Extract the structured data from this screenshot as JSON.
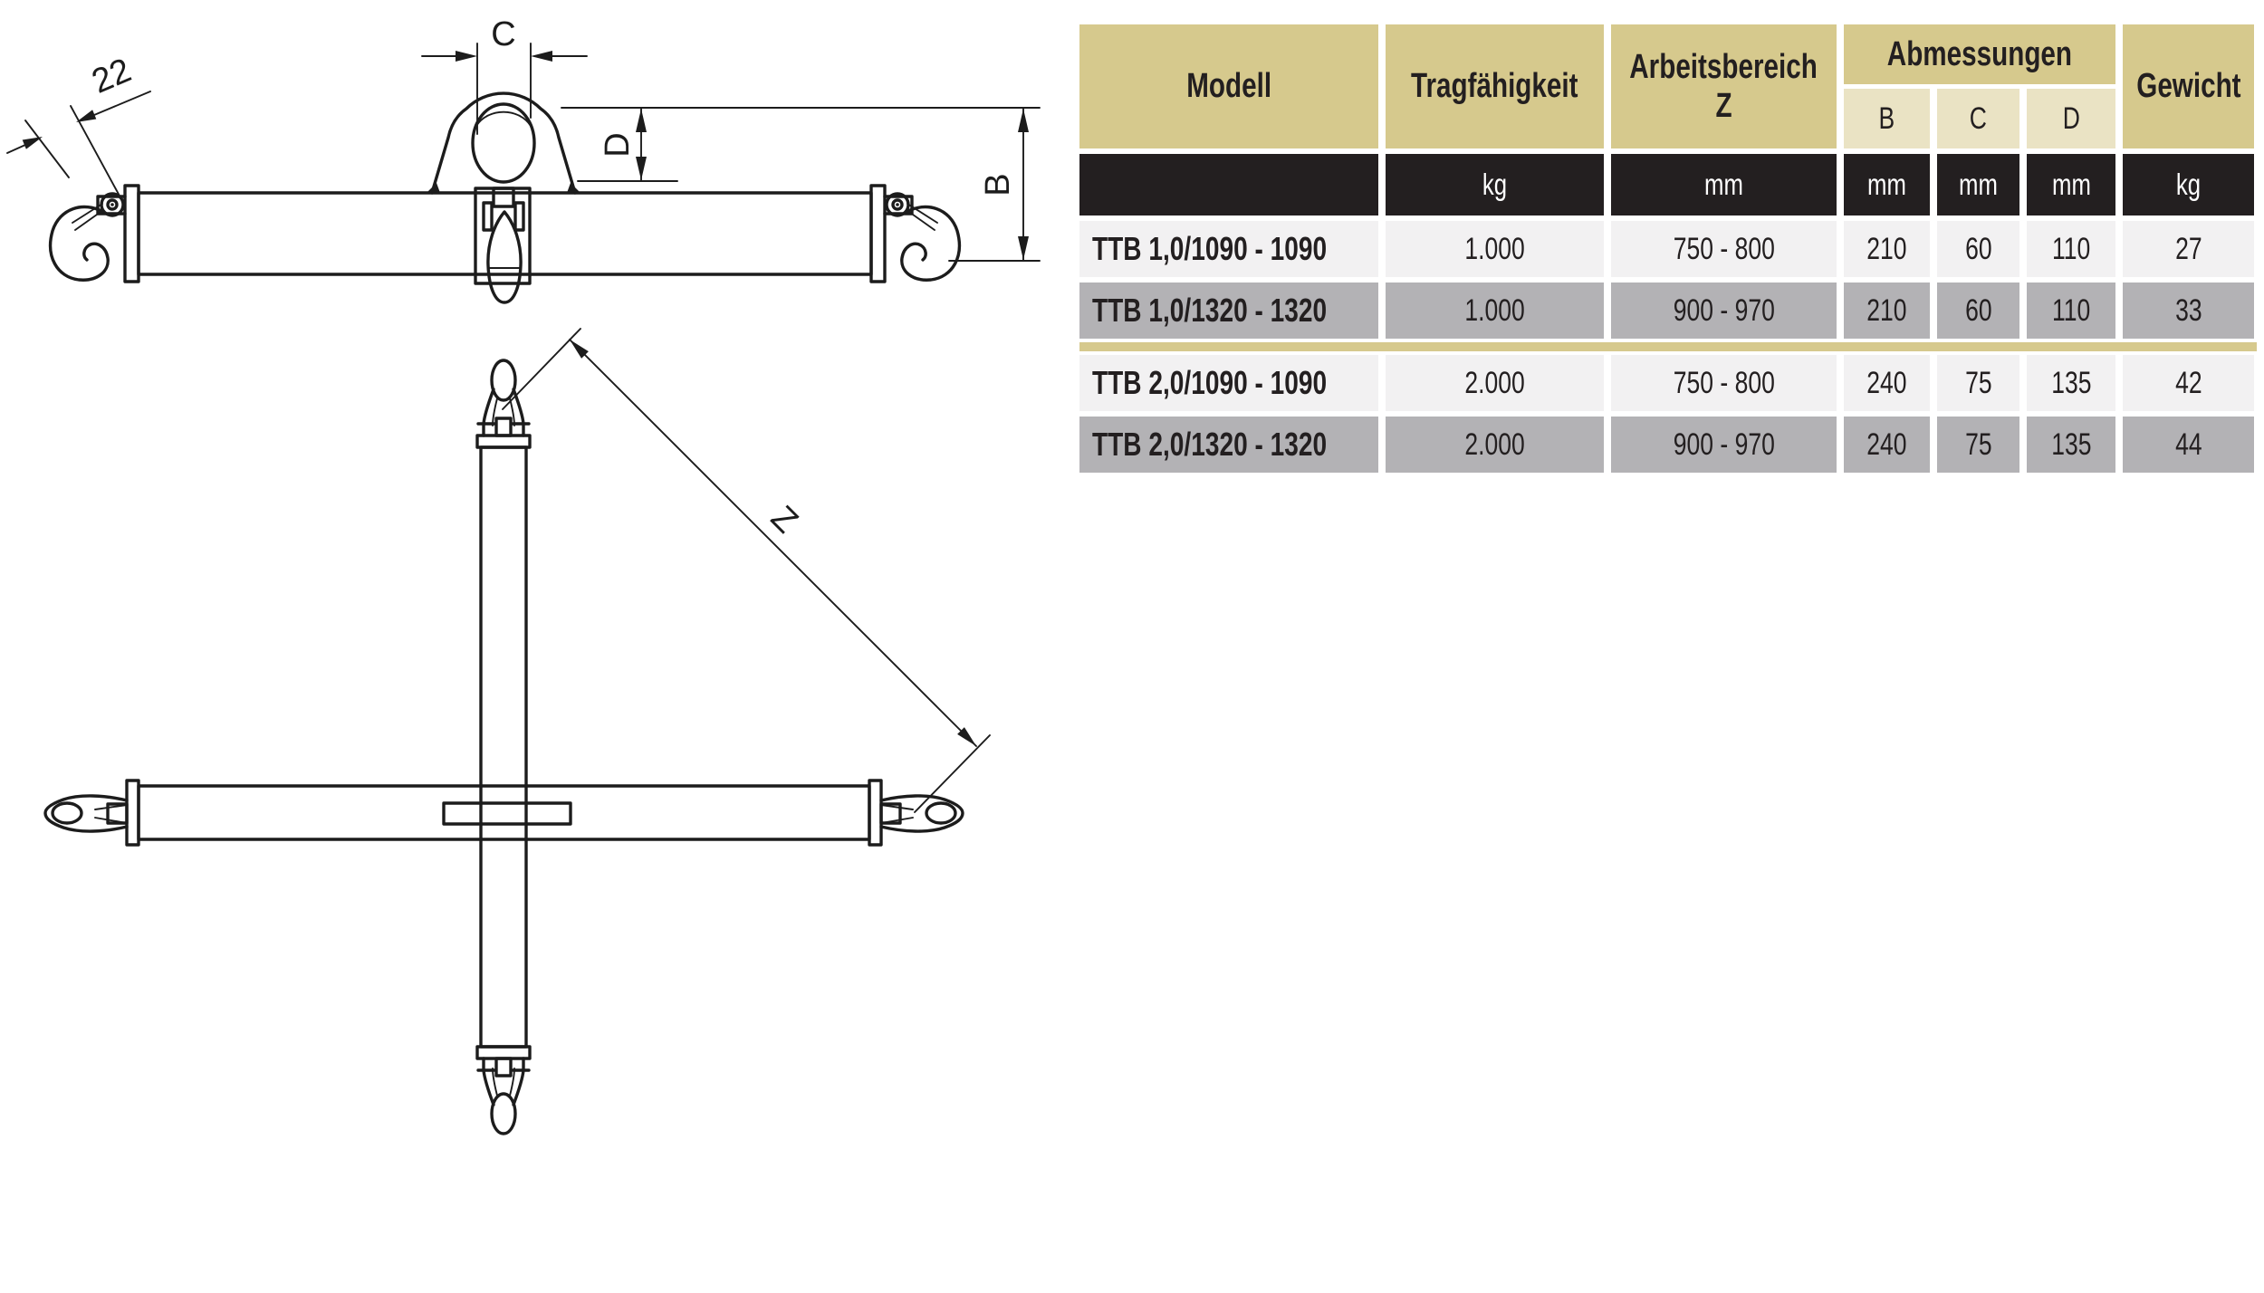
{
  "theme": {
    "tan": "#d6c98d",
    "tan-light": "#eae3c4",
    "black": "#231f20",
    "row-light": "#f2f1f2",
    "row-gray": "#b3b2b5"
  },
  "diagram": {
    "labels": {
      "link_width": "22",
      "c": "C",
      "d": "D",
      "b": "B",
      "z": "Z"
    }
  },
  "table": {
    "headers": {
      "model": "Modell",
      "capacity": "Tragfähigkeit",
      "range_line1": "Arbeitsbereich",
      "range_line2": "Z",
      "dimensions": "Abmessungen",
      "dim_b": "B",
      "dim_c": "C",
      "dim_d": "D",
      "weight": "Gewicht"
    },
    "units": {
      "capacity": "kg",
      "range": "mm",
      "b": "mm",
      "c": "mm",
      "d": "mm",
      "weight": "kg"
    },
    "rows": [
      {
        "model": "TTB 1,0/1090 - 1090",
        "capacity": "1.000",
        "range": "750 - 800",
        "b": "210",
        "c": "60",
        "d": "110",
        "weight": "27"
      },
      {
        "model": "TTB 1,0/1320 - 1320",
        "capacity": "1.000",
        "range": "900 - 970",
        "b": "210",
        "c": "60",
        "d": "110",
        "weight": "33"
      },
      {
        "model": "TTB 2,0/1090 - 1090",
        "capacity": "2.000",
        "range": "750 - 800",
        "b": "240",
        "c": "75",
        "d": "135",
        "weight": "42"
      },
      {
        "model": "TTB 2,0/1320 - 1320",
        "capacity": "2.000",
        "range": "900 - 970",
        "b": "240",
        "c": "75",
        "d": "135",
        "weight": "44"
      }
    ]
  }
}
